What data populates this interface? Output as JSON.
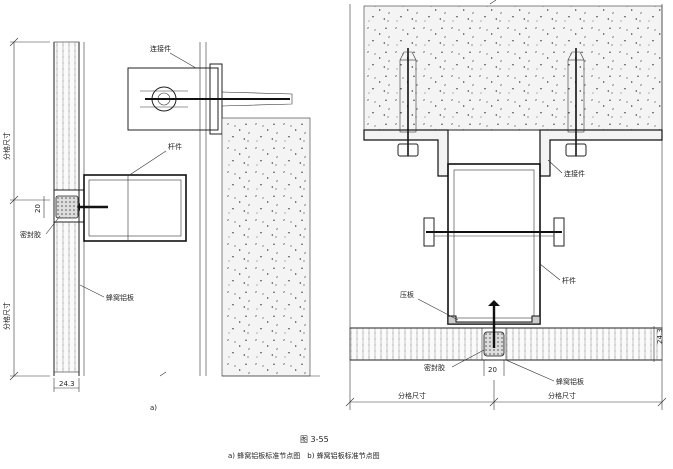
{
  "diagram_a": {
    "label_connector": "连接件",
    "label_rod": "杆件",
    "label_sealant": "密封胶",
    "label_panel": "蜂窝铝板",
    "dim_grid_upper": "分格尺寸",
    "dim_grid_lower": "分格尺寸",
    "dim_20": "20",
    "dim_24_3": "24.3",
    "sub_label": "a)"
  },
  "diagram_b": {
    "label_connector": "连接件",
    "label_pressure_plate": "压板",
    "label_rod": "杆件",
    "label_sealant": "密封胶",
    "label_panel": "蜂窝铝板",
    "dim_20": "20",
    "dim_24_3": "24.3",
    "dim_grid_left": "分格尺寸",
    "dim_grid_right": "分格尺寸"
  },
  "caption": {
    "figure_number": "图 3-55",
    "subtitle": "a) 蜂窝铝板标准节点图　b) 蜂窝铝板标准节点图"
  }
}
